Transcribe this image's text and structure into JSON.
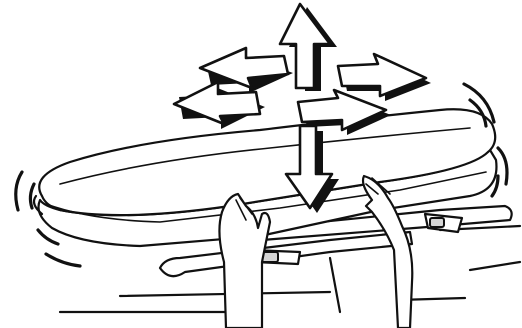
{
  "figure": {
    "subject": "roof-box-on-roof-rack",
    "colors": {
      "line": "#111111",
      "fill": "#ffffff",
      "shade": "#d6d6d6"
    },
    "arrows": [
      "up",
      "down",
      "forward-left",
      "backward-right",
      "forward-right",
      "backward-left"
    ]
  }
}
